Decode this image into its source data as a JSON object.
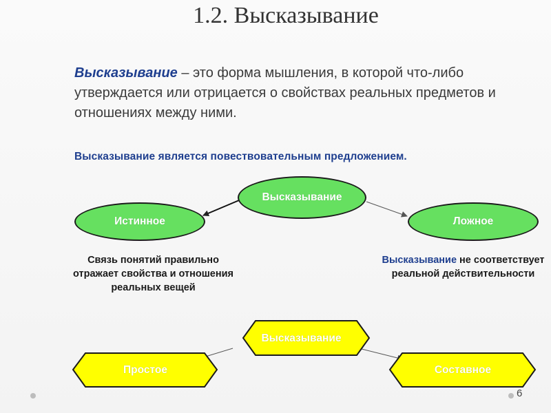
{
  "slide": {
    "title": "1.2. Высказывание",
    "definition_term": "Высказывание",
    "definition_rest": " – это форма мышления, в которой что-либо утверждается или отрицается о свойствах реальных предметов и отношениях между ними.",
    "subtitle": "Высказывание является повествовательным предложением.",
    "page_number": "6"
  },
  "truth_diagram": {
    "root": "Высказывание",
    "true_node": "Истинное",
    "false_node": "Ложное",
    "true_desc": "Связь понятий правильно отражает свойства и отношения реальных вещей",
    "false_desc_term": "Высказывание",
    "false_desc_rest": " не соответствует реальной действительности"
  },
  "structure_diagram": {
    "root": "Высказывание",
    "simple_node": "Простое",
    "compound_node": "Составное"
  },
  "colors": {
    "oval_fill": "#66e060",
    "hex_fill": "#ffff00",
    "term_blue": "#1f3f8f"
  }
}
